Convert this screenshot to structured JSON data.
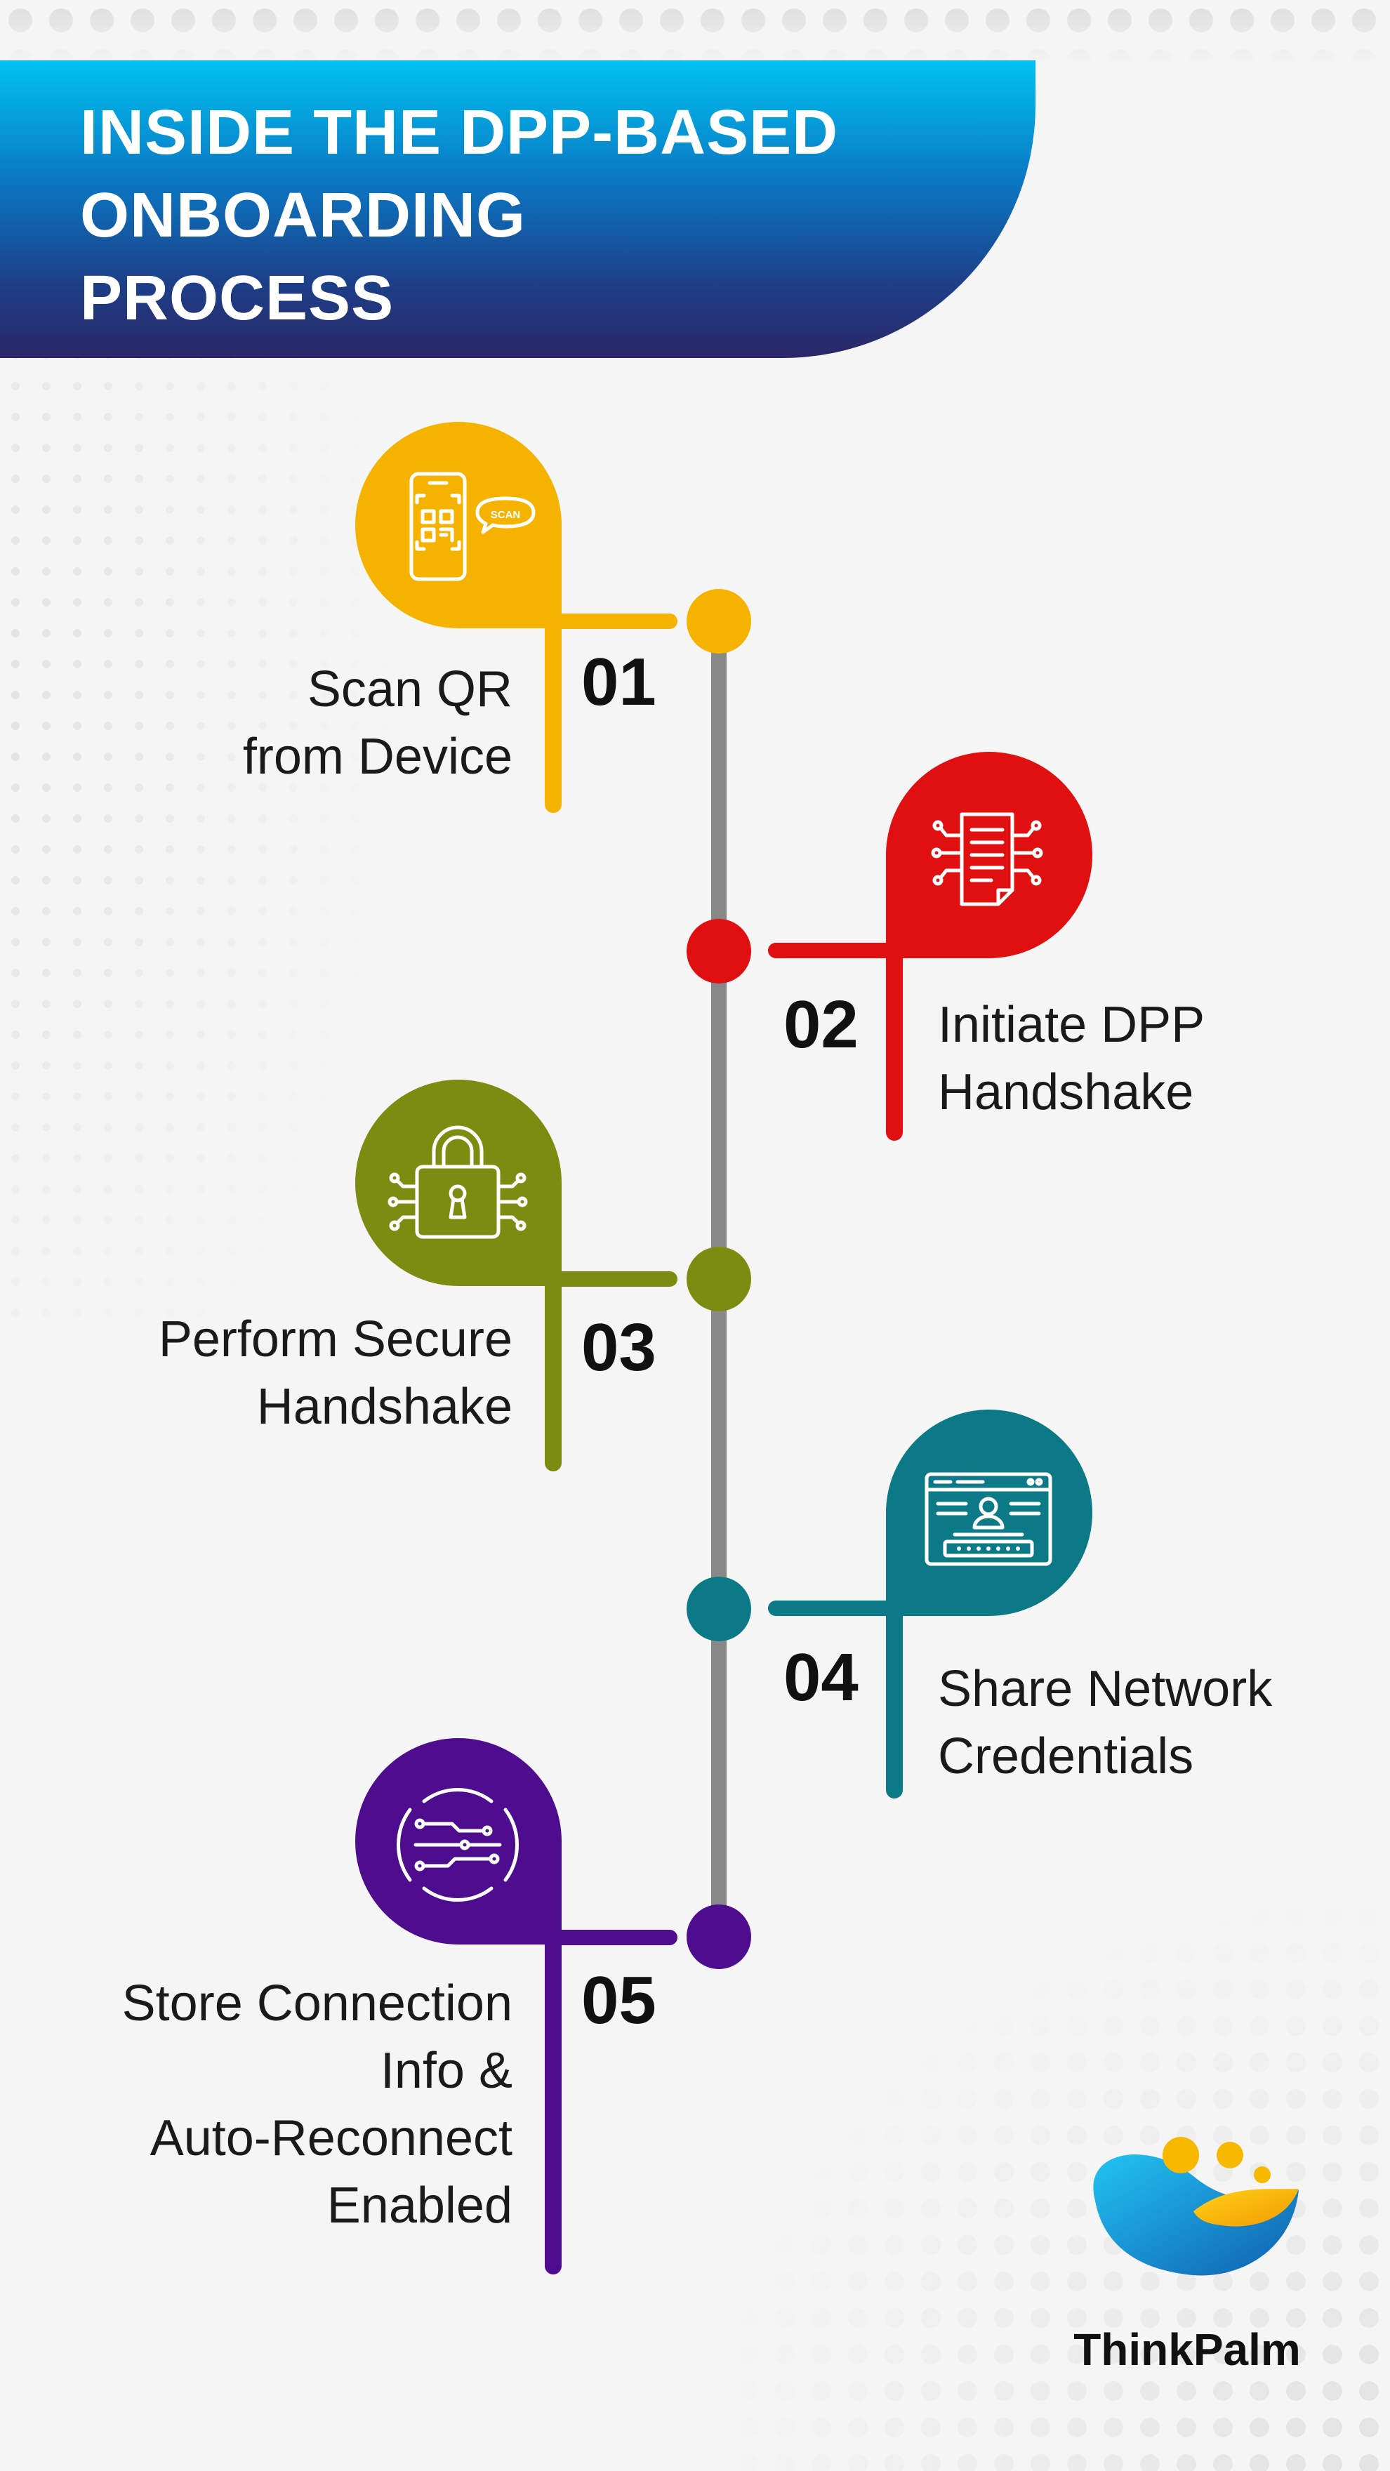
{
  "header": {
    "title_lines": [
      "INSIDE THE DPP-BASED",
      "ONBOARDING",
      "PROCESS"
    ]
  },
  "colors": {
    "timeline": "#888888",
    "step1": "#f5b300",
    "step2": "#e01010",
    "step3": "#7b8c10",
    "step4": "#0c7a86",
    "step5": "#4e0d8e",
    "brand_blue": "#1596d8",
    "brand_yellow": "#f5b800"
  },
  "steps": [
    {
      "number": "01",
      "label_lines": [
        "Scan QR",
        "from Device"
      ],
      "icon": "qr-scan-phone-icon",
      "icon_text": "SCAN"
    },
    {
      "number": "02",
      "label_lines": [
        "Initiate DPP",
        "Handshake"
      ],
      "icon": "document-circuit-icon"
    },
    {
      "number": "03",
      "label_lines": [
        "Perform Secure",
        "Handshake"
      ],
      "icon": "circuit-lock-icon"
    },
    {
      "number": "04",
      "label_lines": [
        "Share Network",
        "Credentials"
      ],
      "icon": "login-window-icon"
    },
    {
      "number": "05",
      "label_lines": [
        "Store Connection",
        "Info &",
        "Auto-Reconnect",
        "Enabled"
      ],
      "icon": "circuit-globe-icon"
    }
  ],
  "brand": {
    "name": "ThinkPalm",
    "logo_icon": "thinkpalm-logo-icon"
  }
}
